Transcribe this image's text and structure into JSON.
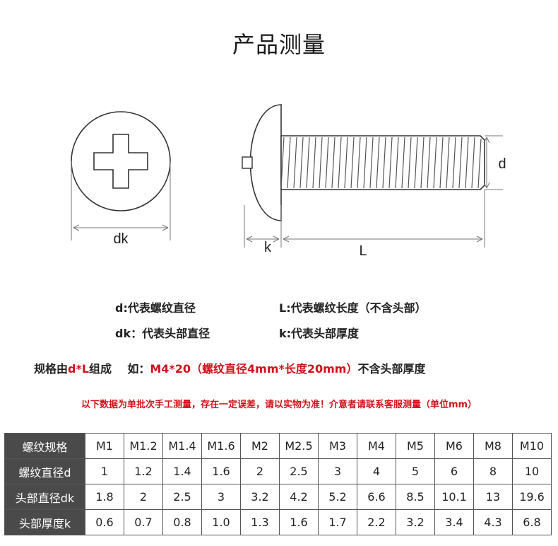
{
  "title": "产品测量",
  "diagram": {
    "label_dk": "dk",
    "label_d": "d",
    "label_k": "k",
    "label_L": "L"
  },
  "legend": {
    "d": "d:代表螺纹直径",
    "L": "L:代表螺纹长度（不含头部）",
    "dk": "dk：代表头部直径",
    "k": "k:代表头部厚度"
  },
  "spec": {
    "prefix": "规格由",
    "dL": "d*L",
    "middle": "组成    如：",
    "example": "M4*20（螺纹直径4mm*长度20mm）",
    "suffix": "不含头部厚度"
  },
  "notice": "以下数据为单批次手工测量，存在一定误差，请以实物为准！介意者请联系客服测量（单位mm）",
  "table": {
    "rows": [
      {
        "header": "螺纹规格",
        "cells": [
          "M1",
          "M1.2",
          "M1.4",
          "M1.6",
          "M2",
          "M2.5",
          "M3",
          "M4",
          "M5",
          "M6",
          "M8",
          "M10"
        ]
      },
      {
        "header": "螺纹直径d",
        "cells": [
          "1",
          "1.2",
          "1.4",
          "1.6",
          "2",
          "2.5",
          "3",
          "4",
          "5",
          "6",
          "8",
          "10"
        ]
      },
      {
        "header": "头部直径dk",
        "cells": [
          "1.8",
          "2",
          "2.5",
          "3",
          "3.2",
          "4.2",
          "5.2",
          "6.6",
          "8.5",
          "10.1",
          "13",
          "19.6"
        ]
      },
      {
        "header": "头部厚度k",
        "cells": [
          "0.6",
          "0.7",
          "0.8",
          "1.0",
          "1.3",
          "1.6",
          "1.7",
          "2.2",
          "3.2",
          "3.4",
          "4.3",
          "6.8"
        ]
      }
    ]
  },
  "colors": {
    "accent_red": "#d0121b",
    "table_header_bg": "#4a4a4a"
  }
}
